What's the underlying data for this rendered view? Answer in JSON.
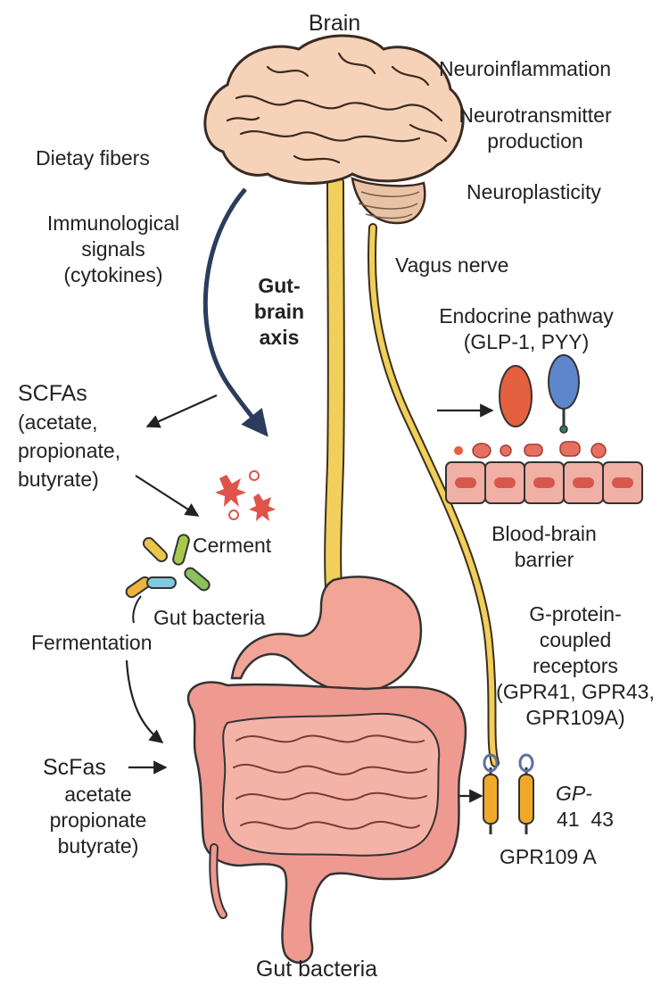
{
  "title": "Brain",
  "brain_effects": [
    "Neuroinflammation",
    "Neurotransmitter production",
    "Neuroplasticity"
  ],
  "left_labels": {
    "dietary_fibers": "Dietay fibers",
    "immuno": [
      "Immunological",
      "signals",
      "(cytokines)"
    ],
    "scfas": [
      "SCFAs",
      "(acetate,",
      "propionate,",
      "butyrate)"
    ],
    "ferment": "Cerment",
    "gut_bacteria_mid": "Gut bacteria",
    "fermentation": "Fermentation",
    "scfas_lower_head": "ScFas",
    "scfas_lower": [
      "acetate",
      "propionate",
      "butyrate)"
    ]
  },
  "axis_label": [
    "Gut-",
    "brain",
    "axis"
  ],
  "vagus_nerve": "Vagus nerve",
  "endocrine": [
    "Endocrine pathway",
    "(GLP-1, PYY)"
  ],
  "bbb": [
    "Blood-brain",
    "barrier"
  ],
  "gpcr": [
    "G-protein-",
    "coupled",
    "receptors",
    "(GPR41, GPR43,",
    "GPR109A)"
  ],
  "receptor_labels": {
    "gp": "GP-",
    "nums": "41  43",
    "gpr109a": "GPR109 A"
  },
  "bottom_title": "Gut bacteria",
  "colors": {
    "brain": "#f6d3b8",
    "brain_outline": "#3a2a22",
    "cerebellum": "#e9c3a6",
    "nerve": "#f2cf5b",
    "stomach": "#f2a597",
    "intestine": "#ee9a90",
    "intestine_dark": "#d9786e",
    "arrow_blue": "#2b3c5e",
    "hormone_red": "#e5603f",
    "hormone_blue": "#5d86cc",
    "cell": "#f0b0a6",
    "cell_nucleus": "#d8574d",
    "receptor": "#f0a92b",
    "star": "#e0534a"
  }
}
